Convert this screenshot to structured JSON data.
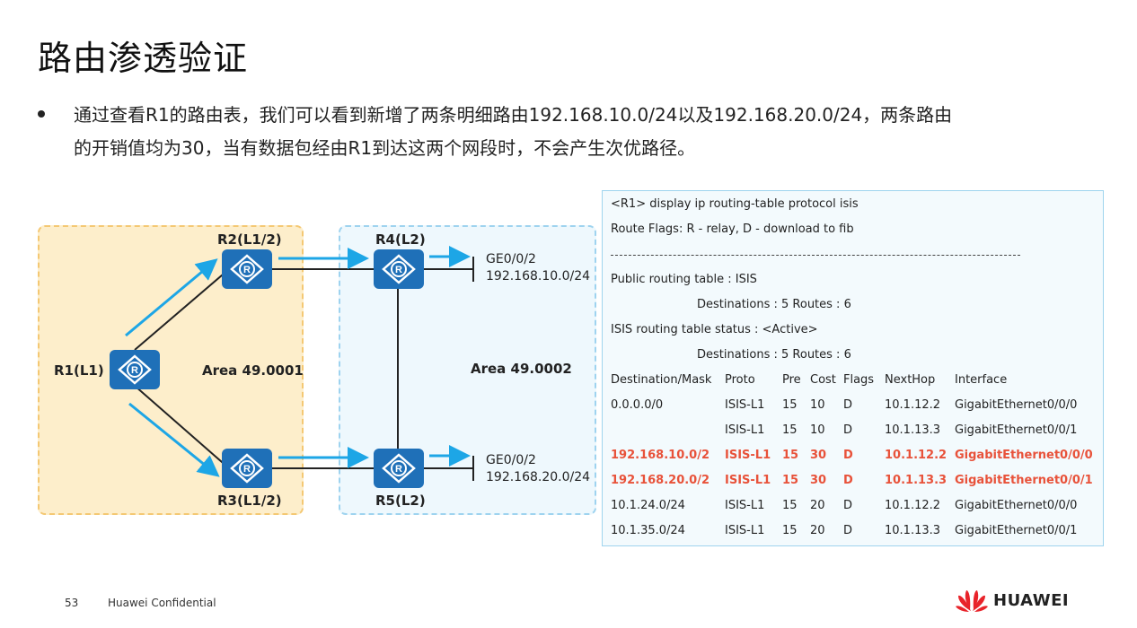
{
  "title": "路由渗透验证",
  "bullet": {
    "line1": "通过查看R1的路由表，我们可以看到新增了两条明细路由192.168.10.0/24以及192.168.20.0/24，两条路由",
    "line2": "的开销值均为30，当有数据包经由R1到达这两个网段时，不会产生次优路径。"
  },
  "diagram": {
    "area_l1_label": "Area 49.0001",
    "area_l2_label": "Area 49.0002",
    "routers": {
      "r1": "R1(L1)",
      "r2": "R2(L1/2)",
      "r3": "R3(L1/2)",
      "r4": "R4(L2)",
      "r5": "R5(L2)"
    },
    "interfaces": {
      "r4_port": "GE0/0/2",
      "r4_net": "192.168.10.0/24",
      "r5_port": "GE0/0/2",
      "r5_net": "192.168.20.0/24"
    },
    "colors": {
      "area_l1_fill": "#fdeecb",
      "area_l2_fill": "#eef8fd",
      "router": "#1f70b8",
      "arrow": "#1da6e6",
      "highlight": "#e8523a"
    }
  },
  "output": {
    "command": "<R1> display ip routing-table protocol isis",
    "flags": "Route Flags: R - relay, D - download to fib",
    "public_table": "Public routing table : ISIS",
    "destinations1": "Destinations : 5 Routes : 6",
    "status": "ISIS routing table status : <Active>",
    "destinations2": "Destinations : 5 Routes : 6",
    "headers": [
      "Destination/Mask",
      "Proto",
      "Pre",
      "Cost",
      "Flags",
      "NextHop",
      "Interface"
    ],
    "rows": [
      [
        "0.0.0.0/0",
        "ISIS-L1",
        "15",
        "10",
        "D",
        "10.1.12.2",
        "GigabitEthernet0/0/0"
      ],
      [
        "",
        "ISIS-L1",
        "15",
        "10",
        "D",
        "10.1.13.3",
        "GigabitEthernet0/0/1"
      ],
      [
        "192.168.10.0/2",
        "ISIS-L1",
        "15",
        "30",
        "D",
        "10.1.12.2",
        "GigabitEthernet0/0/0"
      ],
      [
        "192.168.20.0/2",
        "ISIS-L1",
        "15",
        "30",
        "D",
        "10.1.13.3",
        "GigabitEthernet0/0/1"
      ],
      [
        "10.1.24.0/24",
        "ISIS-L1",
        "15",
        "20",
        "D",
        "10.1.12.2",
        "GigabitEthernet0/0/0"
      ],
      [
        "10.1.35.0/24",
        "ISIS-L1",
        "15",
        "20",
        "D",
        "10.1.13.3",
        "GigabitEthernet0/0/1"
      ]
    ],
    "highlight_rows": [
      2,
      3
    ]
  },
  "footer": {
    "page": "53",
    "confidential": "Huawei Confidential",
    "logo": "HUAWEI"
  }
}
